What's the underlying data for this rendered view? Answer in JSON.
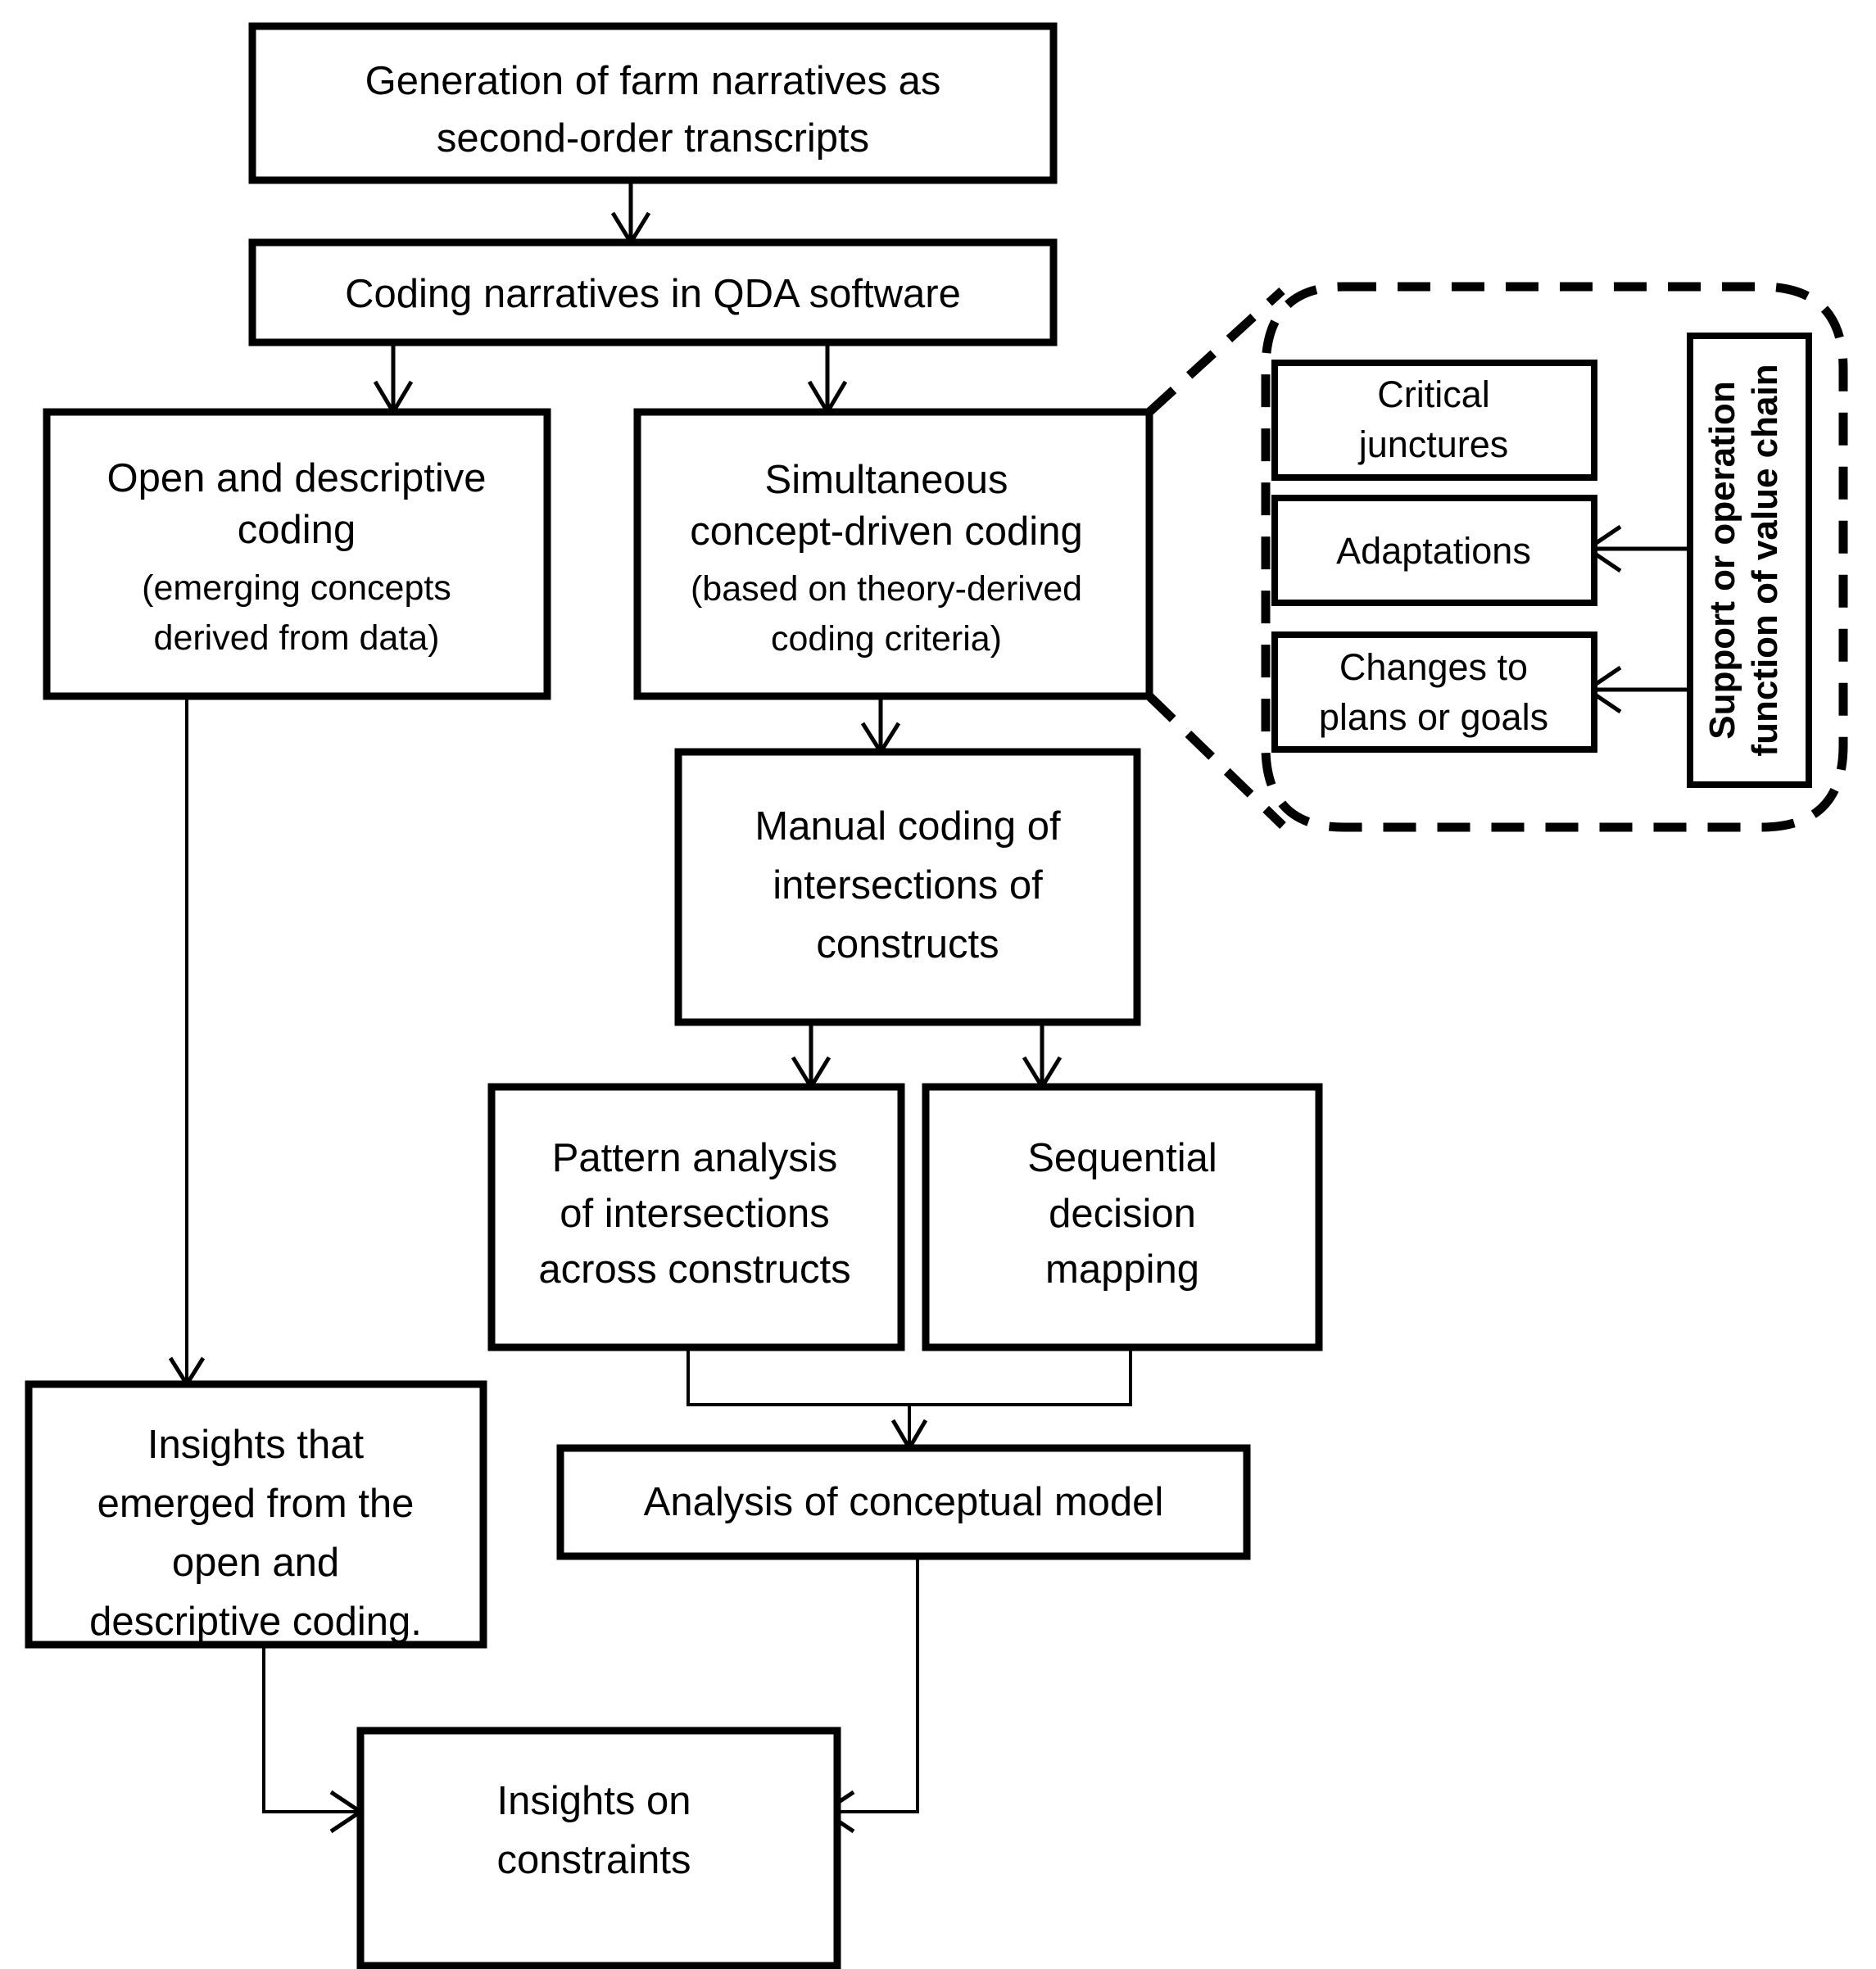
{
  "diagram": {
    "title": "Qualitative coding and analysis workflow flowchart",
    "colors": {
      "stroke": "#000000",
      "fill": "#ffffff"
    },
    "nodes": {
      "generation": {
        "lines": [
          "Generation of farm narratives as",
          "second-order transcripts"
        ]
      },
      "coding_qda": {
        "lines": [
          "Coding narratives in QDA software"
        ]
      },
      "open_descriptive": {
        "lines": [
          "Open and descriptive",
          "coding"
        ],
        "sublines": [
          "(emerging concepts",
          "derived from data)"
        ]
      },
      "simultaneous": {
        "lines": [
          "Simultaneous",
          "concept-driven coding"
        ],
        "sublines": [
          "(based on theory-derived",
          "coding criteria)"
        ]
      },
      "manual_coding": {
        "lines": [
          "Manual coding of",
          "intersections of",
          "constructs"
        ]
      },
      "pattern_analysis": {
        "lines": [
          "Pattern analysis",
          "of intersections",
          "across constructs"
        ]
      },
      "sequential_mapping": {
        "lines": [
          "Sequential",
          "decision",
          "mapping"
        ]
      },
      "analysis_model": {
        "lines": [
          "Analysis of conceptual model"
        ]
      },
      "insights_emerged": {
        "lines": [
          "Insights that",
          "emerged from  the",
          "open and",
          "descriptive coding."
        ]
      },
      "insights_constraints": {
        "lines": [
          "Insights on",
          "constraints"
        ]
      },
      "critical_junctures": {
        "lines": [
          "Critical",
          "junctures"
        ]
      },
      "adaptations": {
        "lines": [
          "Adaptations"
        ]
      },
      "changes_plans": {
        "lines": [
          "Changes to",
          "plans or goals"
        ]
      },
      "value_chain": {
        "lines": [
          "Support or operation",
          "function of value chain"
        ]
      }
    }
  }
}
